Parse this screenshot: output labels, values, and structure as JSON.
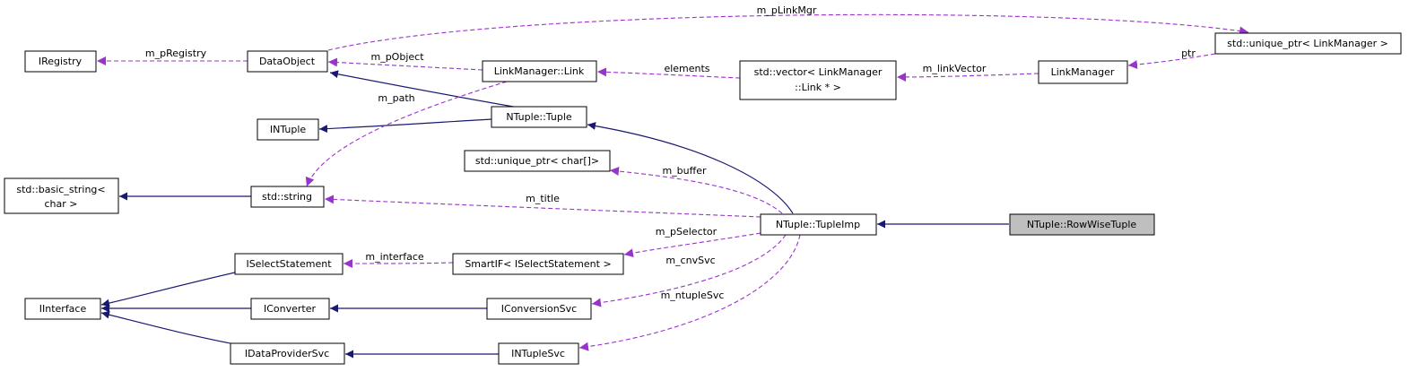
{
  "nodes": {
    "iregistry": "IRegistry",
    "dataobject": "DataObject",
    "linkmanager_link": "LinkManager::Link",
    "vector_1": "std::vector< LinkManager",
    "vector_2": "::Link * >",
    "linkmanager": "LinkManager",
    "unique_ptr_linkmgr": "std::unique_ptr< LinkManager >",
    "intuple": "INTuple",
    "ntuple_tuple": "NTuple::Tuple",
    "unique_ptr_char": "std::unique_ptr< char[]>",
    "basic_string_1": "std::basic_string<",
    "basic_string_2": "char >",
    "std_string": "std::string",
    "tupleimp": "NTuple::TupleImp",
    "rowwisetuple": "NTuple::RowWiseTuple",
    "iselectstatement": "ISelectStatement",
    "smartif": "SmartIF< ISelectStatement >",
    "iinterface": "IInterface",
    "iconverter": "IConverter",
    "iconversionsvc": "IConversionSvc",
    "idataprovidersvc": "IDataProviderSvc",
    "intuplesvc": "INTupleSvc"
  },
  "edges": {
    "m_pLinkMgr": "m_pLinkMgr",
    "m_pRegistry": "m_pRegistry",
    "m_pObject": "m_pObject",
    "elements": "elements",
    "m_linkVector": "m_linkVector",
    "ptr": "ptr",
    "m_path": "m_path",
    "m_buffer": "m_buffer",
    "m_title": "m_title",
    "m_pSelector": "m_pSelector",
    "m_interface": "m_interface",
    "m_cnvSvc": "m_cnvSvc",
    "m_ntupleSvc": "m_ntupleSvc"
  },
  "colors": {
    "inheritance": "#191970",
    "usage": "#9a32cd",
    "highlight": "#bfbfbf"
  }
}
